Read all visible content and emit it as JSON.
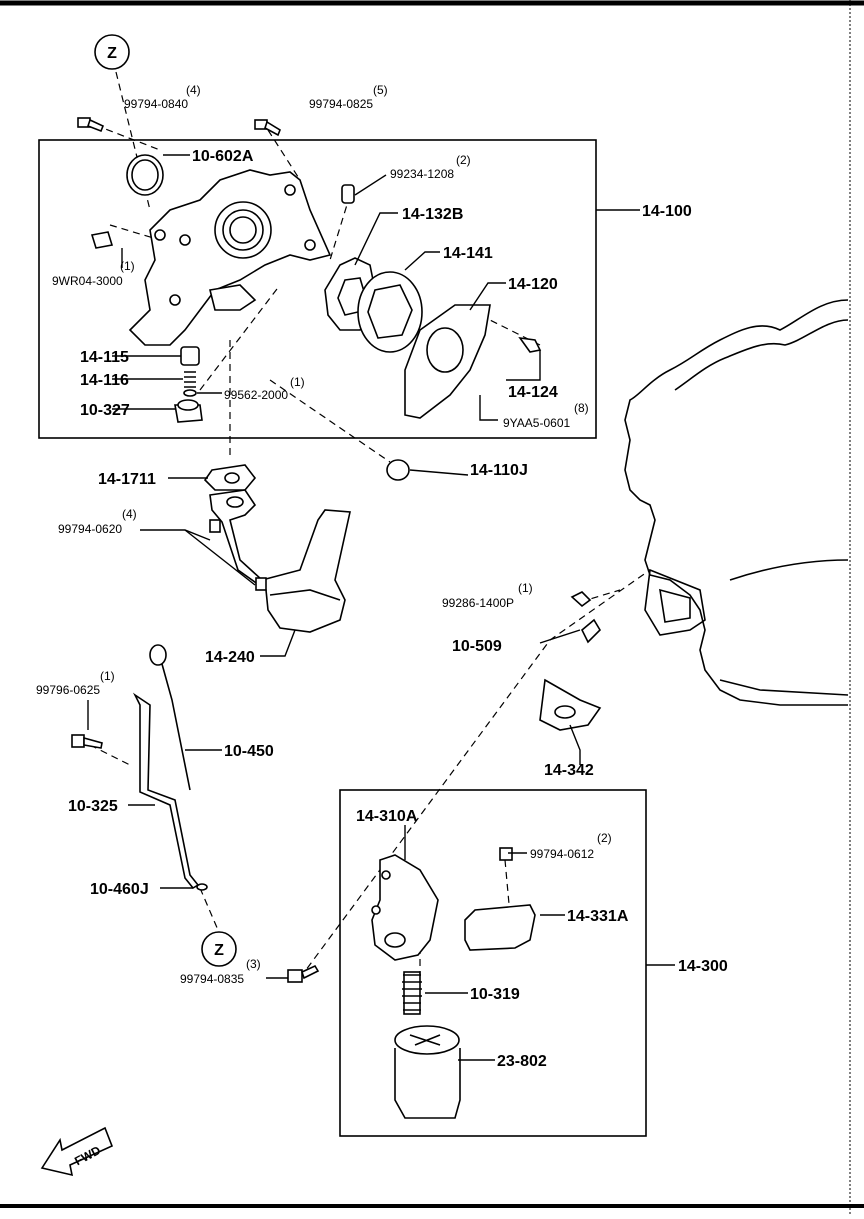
{
  "parts": {
    "oil_pump_assy": "14-100",
    "oil_seal": "10-602A",
    "bolt_a": {
      "qty": "(4)",
      "part": "99794-0840"
    },
    "bolt_b": {
      "qty": "(5)",
      "part": "99794-0825"
    },
    "dowel_pin": {
      "qty": "(2)",
      "part": "99234-1208"
    },
    "outer_rotor": "14-132B",
    "inner_rotor": "14-141",
    "pump_cover": "14-120",
    "plug": {
      "qty": "(1)",
      "part": "9WR04-3000"
    },
    "plunger": "14-115",
    "spring": "14-116",
    "oring_small": {
      "qty": "(1)",
      "part": "99562-2000"
    },
    "relief_plug": "10-327",
    "cover_screw": "14-124",
    "screw_set": {
      "qty": "(8)",
      "part": "9YAA5-0601"
    },
    "oring_large": "14-110J",
    "strainer_gasket": "14-1711",
    "strainer_bolt": {
      "qty": "(4)",
      "part": "99794-0620"
    },
    "oil_strainer": "14-240",
    "drain_plug": {
      "qty": "(1)",
      "part": "99286-1400P"
    },
    "nipple": "10-509",
    "filter_gasket": "14-342",
    "dipstick_bolt": {
      "qty": "(1)",
      "part": "99796-0625"
    },
    "dipstick": "10-450",
    "dipstick_pipe": "10-325",
    "pipe_oring": "10-460J",
    "filter_assy": "14-300",
    "filter_body": "14-310A",
    "filter_bolt": {
      "qty": "(2)",
      "part": "99794-0612"
    },
    "cover_plate": "14-331A",
    "pipe_bolt": {
      "qty": "(3)",
      "part": "99794-0835"
    },
    "filter_spring": "10-319",
    "oil_filter": "23-802"
  },
  "refs": {
    "z_top": "Z",
    "z_bottom": "Z"
  },
  "fwd": "FWD"
}
